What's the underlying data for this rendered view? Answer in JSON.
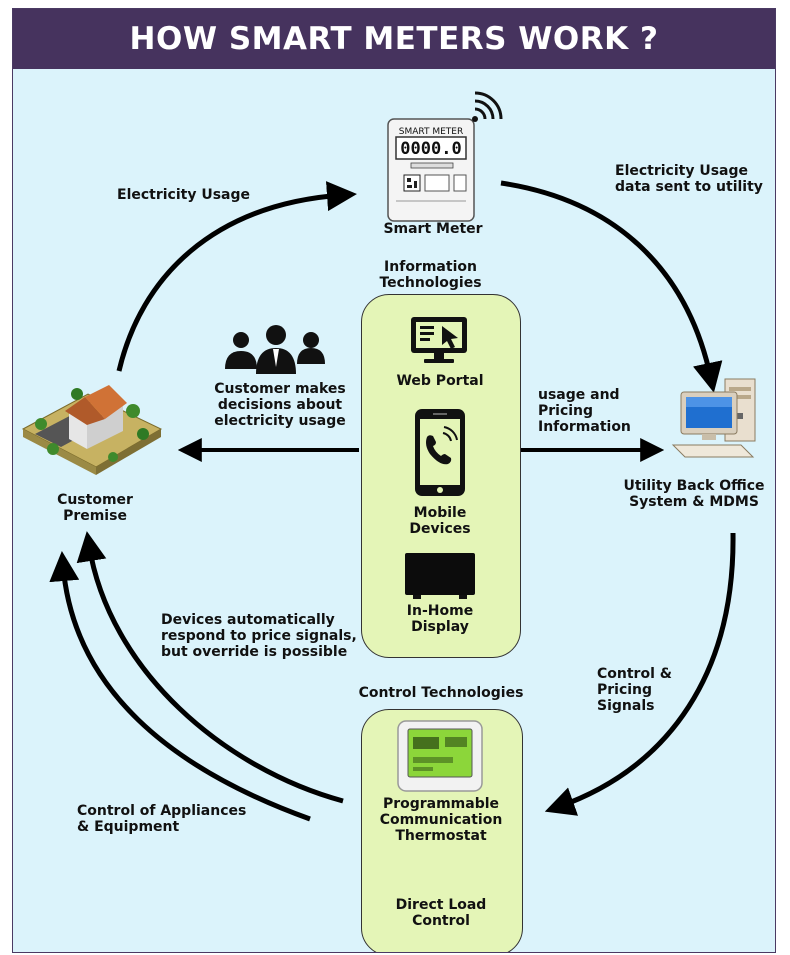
{
  "title": "HOW SMART METERS WORK ?",
  "smart_meter": {
    "label": "Smart Meter",
    "screen_label": "SMART METER",
    "reading": "0000.0"
  },
  "labels": {
    "electricity_usage": "Electricity Usage",
    "usage_sent": "Electricity Usage\ndata sent to utility",
    "info_tech": "Information\nTechnologies",
    "customer_decisions": "Customer makes\ndecisions about\nelectricity usage",
    "usage_pricing": "usage and\nPricing\nInformation",
    "customer_premise": "Customer\nPremise",
    "utility_back_office": "Utility Back Office\nSystem & MDMS",
    "web_portal": "Web Portal",
    "mobile_devices": "Mobile\nDevices",
    "in_home_display": "In-Home\nDisplay",
    "devices_auto": "Devices automatically\nrespond to price signals,\nbut override is possible",
    "control_pricing": "Control &\nPricing\nSignals",
    "control_tech": "Control Technologies",
    "thermostat": "Programmable\nCommunication\nThermostat",
    "control_appliances": "Control of Appliances\n& Equipment",
    "direct_load": "Direct Load\nControl"
  },
  "colors": {
    "header_bg": "#46335e",
    "background": "#dbf3fb",
    "panel": "#e4f5b7",
    "arrow": "#000000"
  }
}
